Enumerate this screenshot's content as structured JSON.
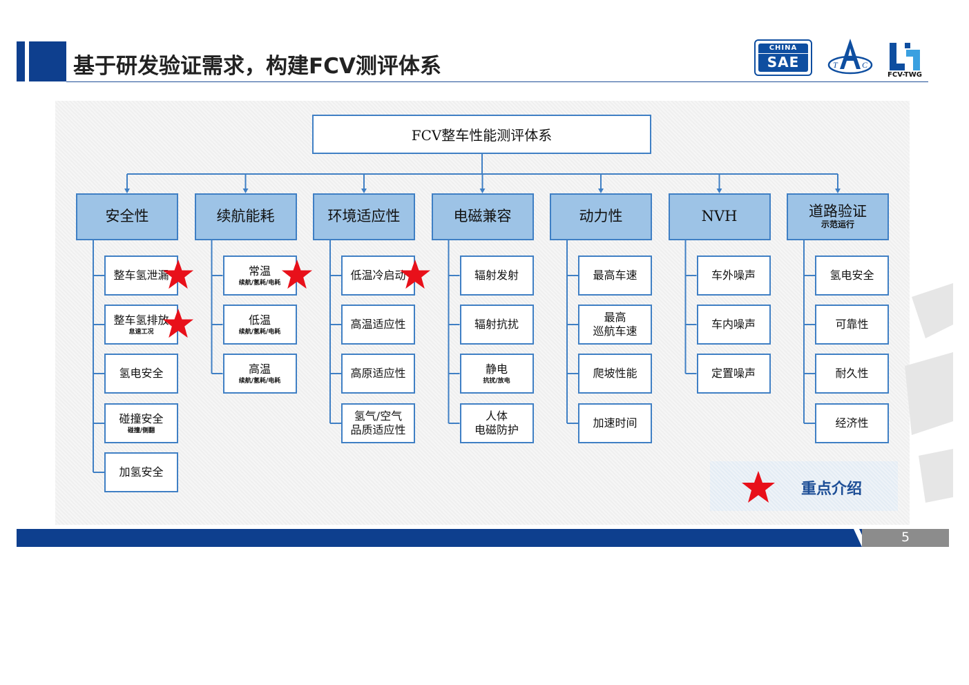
{
  "header": {
    "title": "基于研发验证需求，构建FCV测评体系",
    "logos": {
      "sae_top": "CHINA",
      "sae_bottom": "SAE",
      "fcv_label": "FCV-TWG"
    }
  },
  "diagram": {
    "root": "FCV整车性能测评体系",
    "categories": [
      {
        "label": "安全性",
        "sub": "",
        "items": [
          {
            "label": "整车氢泄漏",
            "sub": "",
            "key": true
          },
          {
            "label": "整车氢排放",
            "sub": "怠速工况",
            "key": true
          },
          {
            "label": "氢电安全",
            "sub": "",
            "key": false
          },
          {
            "label": "碰撞安全",
            "sub": "碰撞/侧翻",
            "key": false
          },
          {
            "label": "加氢安全",
            "sub": "",
            "key": false
          }
        ]
      },
      {
        "label": "续航能耗",
        "sub": "",
        "items": [
          {
            "label": "常温",
            "sub": "续航/氢耗/电耗",
            "key": true
          },
          {
            "label": "低温",
            "sub": "续航/氢耗/电耗",
            "key": false
          },
          {
            "label": "高温",
            "sub": "续航/氢耗/电耗",
            "key": false
          }
        ]
      },
      {
        "label": "环境适应性",
        "sub": "",
        "items": [
          {
            "label": "低温冷启动",
            "sub": "",
            "key": true
          },
          {
            "label": "高温适应性",
            "sub": "",
            "key": false
          },
          {
            "label": "高原适应性",
            "sub": "",
            "key": false
          },
          {
            "label": "氢气/空气\n品质适应性",
            "sub": "",
            "key": false
          }
        ]
      },
      {
        "label": "电磁兼容",
        "sub": "",
        "items": [
          {
            "label": "辐射发射",
            "sub": "",
            "key": false
          },
          {
            "label": "辐射抗扰",
            "sub": "",
            "key": false
          },
          {
            "label": "静电",
            "sub": "抗扰/放电",
            "key": false
          },
          {
            "label": "人体\n电磁防护",
            "sub": "",
            "key": false
          }
        ]
      },
      {
        "label": "动力性",
        "sub": "",
        "items": [
          {
            "label": "最高车速",
            "sub": "",
            "key": false
          },
          {
            "label": "最高\n巡航车速",
            "sub": "",
            "key": false
          },
          {
            "label": "爬坡性能",
            "sub": "",
            "key": false
          },
          {
            "label": "加速时间",
            "sub": "",
            "key": false
          }
        ]
      },
      {
        "label": "NVH",
        "sub": "",
        "items": [
          {
            "label": "车外噪声",
            "sub": "",
            "key": false
          },
          {
            "label": "车内噪声",
            "sub": "",
            "key": false
          },
          {
            "label": "定置噪声",
            "sub": "",
            "key": false
          }
        ]
      },
      {
        "label": "道路验证",
        "sub": "示范运行",
        "items": [
          {
            "label": "氢电安全",
            "sub": "",
            "key": false
          },
          {
            "label": "可靠性",
            "sub": "",
            "key": false
          },
          {
            "label": "耐久性",
            "sub": "",
            "key": false
          },
          {
            "label": "经济性",
            "sub": "",
            "key": false
          }
        ]
      }
    ]
  },
  "legend": {
    "label": "重点介绍",
    "marker_icon": "red-star-icon"
  },
  "footer": {
    "page_number": "5"
  },
  "colors": {
    "brand_blue": "#0e3f8e",
    "box_border": "#3f7fc4",
    "category_fill": "#9dc3e6",
    "star": "#e8101a",
    "footer_gray": "#8c8c8c"
  }
}
